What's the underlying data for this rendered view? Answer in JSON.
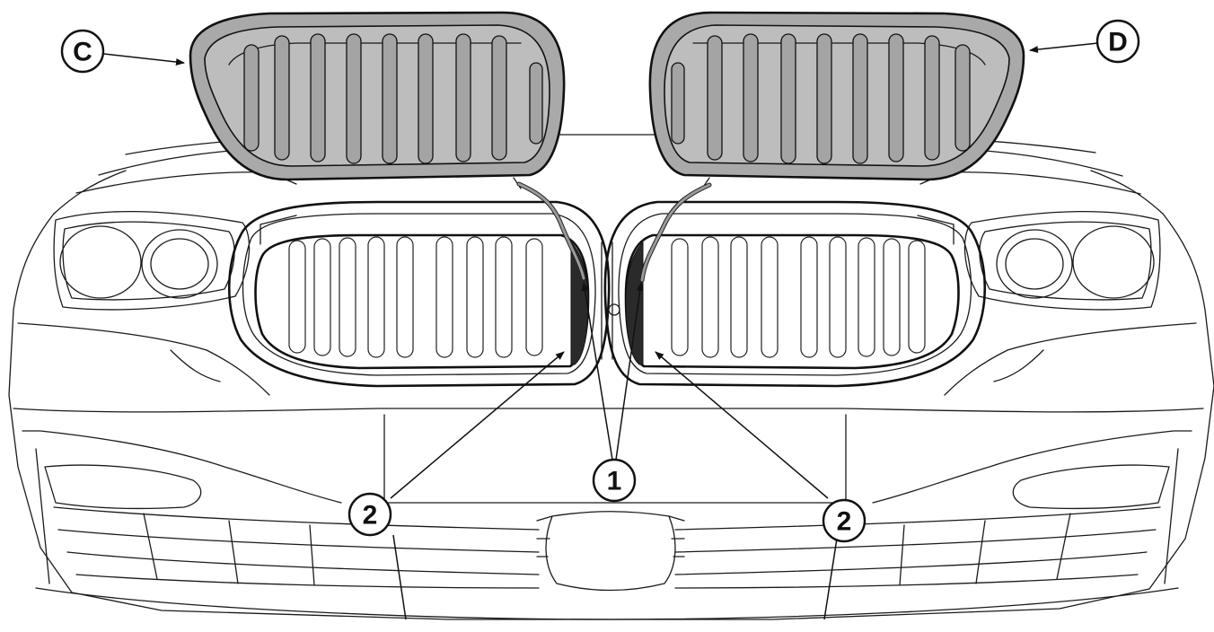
{
  "callouts": {
    "c": "C",
    "d": "D",
    "one": "1",
    "two_left": "2",
    "two_right": "2"
  },
  "colors": {
    "grille_gray": "#a9a9a9",
    "line": "#111111",
    "background": "#ffffff"
  }
}
